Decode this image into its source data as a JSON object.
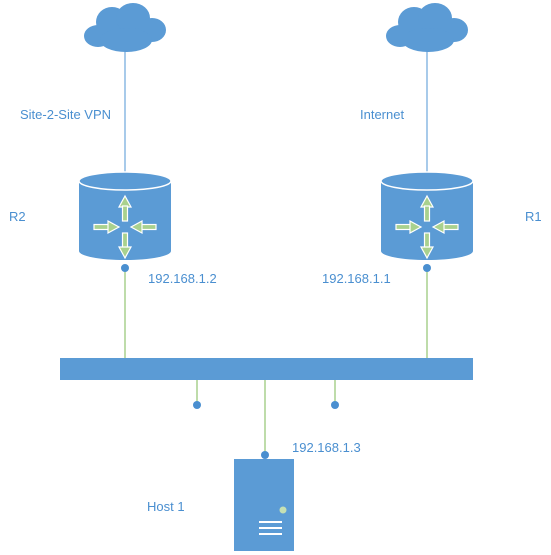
{
  "labels": {
    "vpn_cloud": "Site-2-Site VPN",
    "internet_cloud": "Internet",
    "router_left": "R2",
    "router_right": "R1",
    "ip_r2": "192.168.1.2",
    "ip_r1": "192.168.1.1",
    "ip_host": "192.168.1.3",
    "host": "Host 1"
  },
  "icons": {
    "cloud": "cloud-icon",
    "router": "router-icon",
    "server": "server-icon"
  },
  "colors": {
    "device_blue": "#5b9bd5",
    "device_outline": "#ffffff",
    "label_blue": "#4a8fd0",
    "link_green": "#a9d18e",
    "cloud_link": "#6fa8dc",
    "arrow_green": "#a9d18e",
    "arrow_outline": "#ffffff",
    "server_led": "#c5e0b4"
  }
}
